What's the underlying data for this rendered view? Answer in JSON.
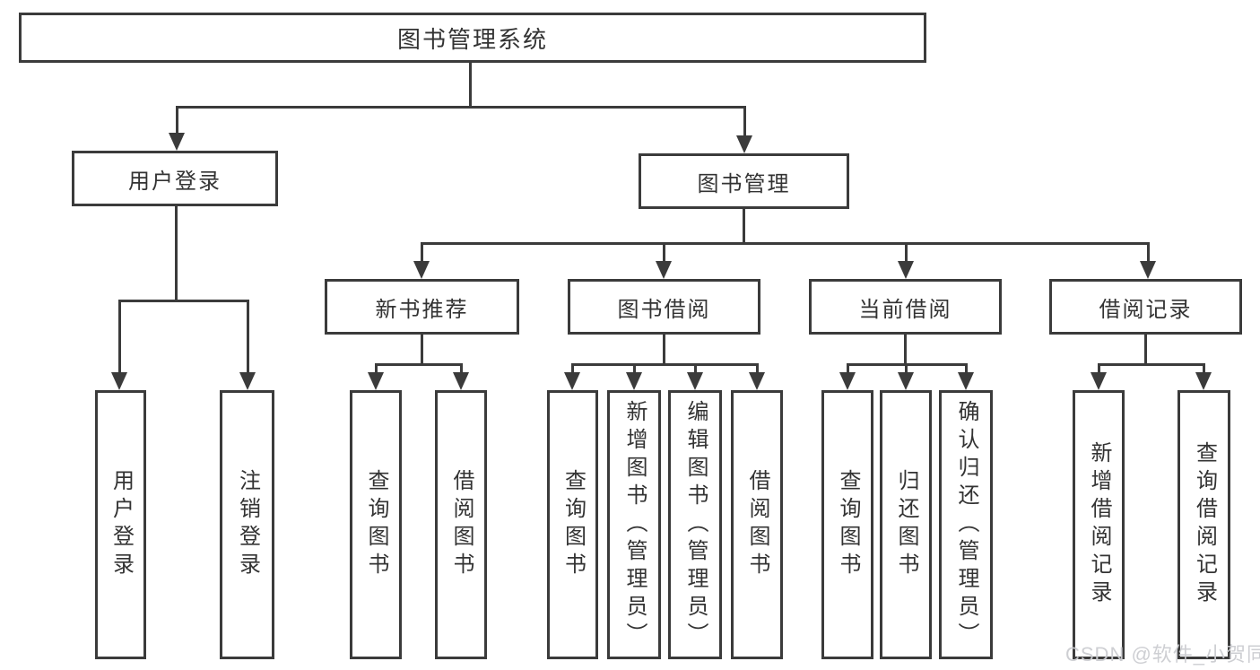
{
  "diagram": {
    "title": "图书管理系统",
    "root": {
      "label": "图书管理系统"
    },
    "branches": [
      {
        "label": "用户登录",
        "children": [
          {
            "label": "用户登录"
          },
          {
            "label": "注销登录"
          }
        ]
      },
      {
        "label": "图书管理",
        "sections": [
          {
            "label": "新书推荐",
            "children": [
              {
                "label": "查询图书"
              },
              {
                "label": "借阅图书"
              }
            ]
          },
          {
            "label": "图书借阅",
            "children": [
              {
                "label": "查询图书"
              },
              {
                "label": "新增图书（管理员）"
              },
              {
                "label": "编辑图书（管理员）"
              },
              {
                "label": "借阅图书"
              }
            ]
          },
          {
            "label": "当前借阅",
            "children": [
              {
                "label": "查询图书"
              },
              {
                "label": "归还图书"
              },
              {
                "label": "确认归还（管理员）"
              }
            ]
          },
          {
            "label": "借阅记录",
            "children": [
              {
                "label": "新增借阅记录"
              },
              {
                "label": "查询借阅记录"
              }
            ]
          }
        ]
      }
    ],
    "watermark": "CSDN @软件_小贺同学",
    "colors": {
      "line": "#3b3b3b",
      "text": "#333333",
      "background": "#ffffff",
      "watermark": "#cbccd1"
    }
  }
}
